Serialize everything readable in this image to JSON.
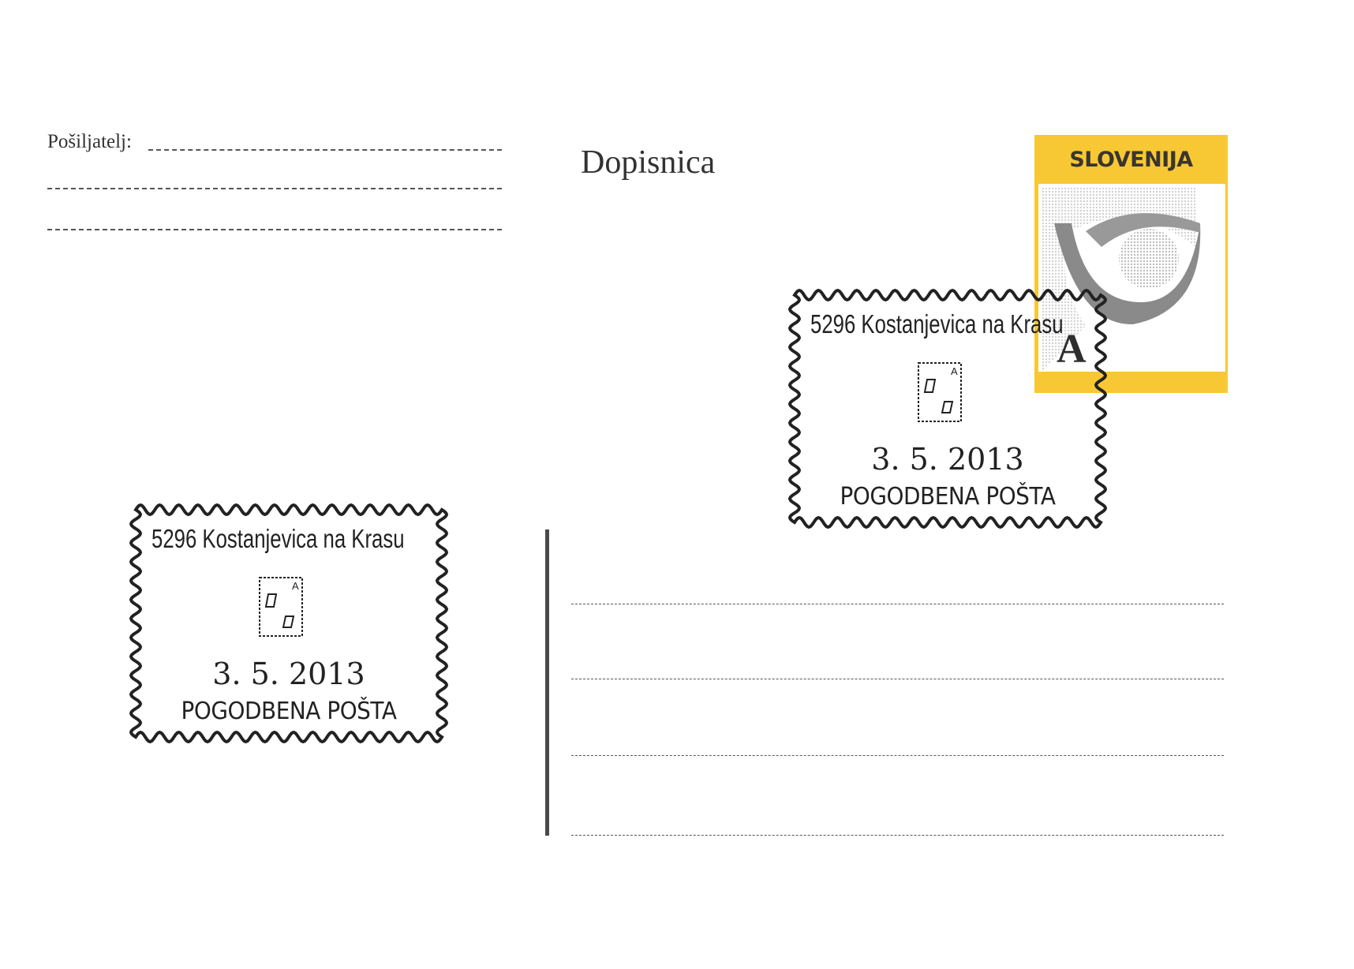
{
  "card": {
    "sender_label": "Pošiljatelj:",
    "title": "Dopisnica"
  },
  "stamp": {
    "country": "SLOVENIJA",
    "value": "A",
    "colors": {
      "frame": "#f8c834",
      "horn": "#8a8a8a"
    }
  },
  "postmarks": [
    {
      "place": "5296 Kostanjevica na Krasu",
      "mini_stamp_value": "A",
      "date": "3. 5. 2013",
      "office": "POGODBENA POŠTA"
    },
    {
      "place": "5296 Kostanjevica na Krasu",
      "mini_stamp_value": "A",
      "date": "3. 5. 2013",
      "office": "POGODBENA POŠTA"
    }
  ]
}
